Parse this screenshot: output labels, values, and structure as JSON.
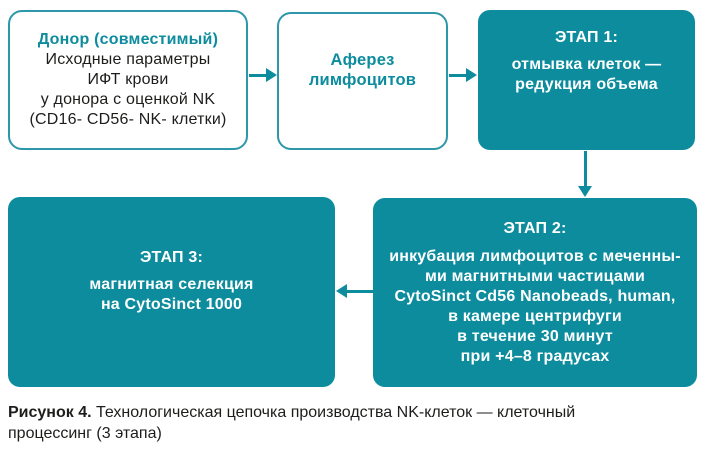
{
  "figure": {
    "boxes": {
      "donor": {
        "title": "Донор (совместимый)",
        "lines": [
          "Исходные параметры",
          "ИФТ крови",
          "у донора с оценкой NK",
          "(CD16- CD56- NK- клетки)"
        ]
      },
      "apheresis": {
        "lines": [
          "Аферез",
          "лимфоцитов"
        ]
      },
      "stage1": {
        "title": "ЭТАП 1:",
        "lines": [
          "отмывка клеток —",
          "редукция объема"
        ]
      },
      "stage2": {
        "title": "ЭТАП 2:",
        "lines": [
          "инкубация лимфоцитов с меченны-",
          "ми магнитными частицами",
          "CytoSinct Cd56 Nanobeads, human,",
          "в камере центрифуги",
          "в течение 30 минут",
          "при +4–8 градусах"
        ]
      },
      "stage3": {
        "title": "ЭТАП 3:",
        "lines": [
          "магнитная селекция",
          "на CytoSinct 1000"
        ]
      }
    },
    "caption": {
      "label": "Рисунок 4.",
      "line1": "Технологическая цепочка производства NK-клеток — клеточный",
      "line2": "процессинг (3 этапа)"
    },
    "colors": {
      "teal": "#0d8c9e",
      "border_teal": "#2e97a8",
      "text": "#1d1d1b",
      "background": "#ffffff"
    }
  }
}
